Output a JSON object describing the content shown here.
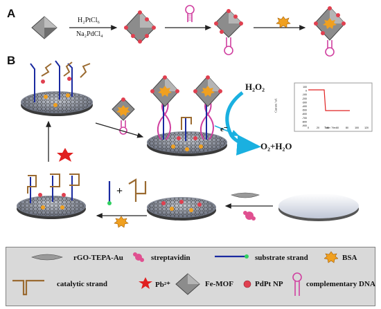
{
  "panels": {
    "a": "A",
    "b": "B"
  },
  "reagents": {
    "h2ptcl6": "H₂PtCl₆",
    "na2pdcl4": "Na₂PdCl₄"
  },
  "reaction": {
    "h2o2": "H₂O₂",
    "products": "O₂+H₂O",
    "electron": "e⁻"
  },
  "inset_plot": {
    "ylabel": "Current / nA",
    "xlabel": "Time / Sec",
    "yticks": [
      "100",
      "0",
      "-100",
      "-200",
      "-300",
      "-400",
      "-500",
      "-600",
      "-700",
      "-800",
      "-900"
    ],
    "xticks": [
      "0",
      "20",
      "40",
      "60",
      "80",
      "100",
      "120"
    ]
  },
  "plus": "+",
  "legend": {
    "rgo": "rGO-TEPA-Au",
    "streptavidin": "streptavidin",
    "substrate": "substrate strand",
    "bsa": "BSA",
    "catalytic": "catalytic strand",
    "pb": "Pb²⁺",
    "femof": "Fe-MOF",
    "pdpt": "PdPt NP",
    "complementary": "complementary  DNA"
  },
  "colors": {
    "mof": "#8c8c8c",
    "pdpt": "#e04050",
    "bsa": "#f0a020",
    "pb": "#e02020",
    "substrate": "#1a2aa0",
    "catalytic": "#9a6a30",
    "complementary": "#d040a0",
    "arrow": "#1ab0e0"
  }
}
